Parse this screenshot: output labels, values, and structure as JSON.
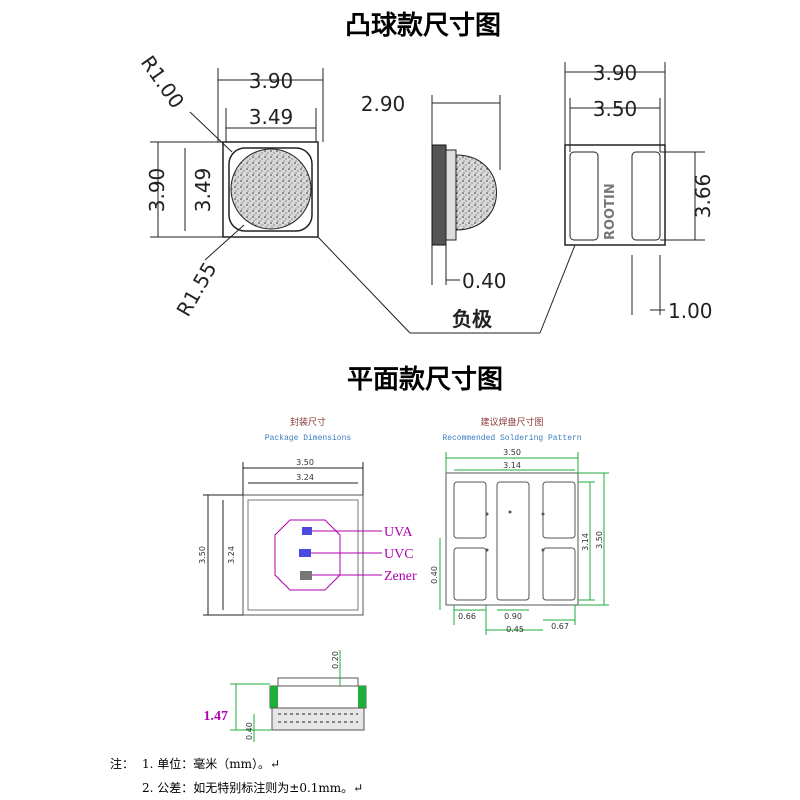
{
  "titles": {
    "dome": "凸球款尺寸图",
    "flat": "平面款尺寸图"
  },
  "dome_view": {
    "top": {
      "w1": "3.90",
      "w2": "3.49",
      "h1": "3.90",
      "h2": "3.49",
      "r1": "R1.00",
      "r2": "R1.55"
    },
    "side": {
      "w": "2.90",
      "t": "0.40",
      "neg": "负极"
    },
    "bottom": {
      "w1": "3.90",
      "w2": "3.50",
      "h": "3.66",
      "pad": "1.00",
      "brand": "ROOTIN"
    }
  },
  "flat_view": {
    "package": {
      "title_cn": "封装尺寸",
      "title_en": "Package Dimensions",
      "w1": "3.50",
      "w2": "3.24",
      "h1": "3.50",
      "h2": "3.24",
      "labels": [
        "UVA",
        "UVC",
        "Zener"
      ]
    },
    "solder": {
      "title_cn": "建议焊盘尺寸图",
      "title_en": "Recommended Soldering Pattern",
      "w1": "3.50",
      "w2": "3.14",
      "h1": "3.14",
      "h2": "3.50",
      "h3": "0.40",
      "b1": "0.66",
      "b2": "0.90",
      "b3": "0.45",
      "b4": "0.67"
    },
    "profile": {
      "top": "0.20",
      "h": "1.47",
      "b": "0.40"
    }
  },
  "notes": {
    "prefix": "注：",
    "line1": "1. 单位：毫米（mm）。↵",
    "line2": "2. 公差：如无特别标注则为±0.1mm。↵"
  }
}
